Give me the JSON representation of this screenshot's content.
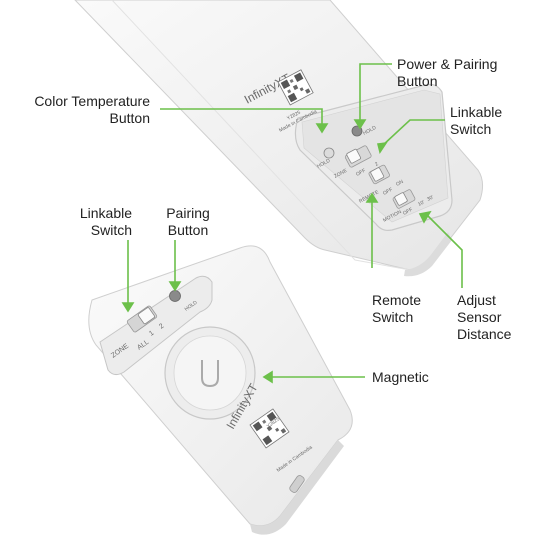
{
  "image": {
    "alt": "Infinity XT light and remote with labeled controls",
    "accent_color": "#6cc04a",
    "device_color": "#f2f2f2"
  },
  "callouts": {
    "power_pairing": [
      "Power & Pairing",
      "Button"
    ],
    "color_temperature": [
      "Color Temperature",
      "Button"
    ],
    "linkable_switch_top": [
      "Linkable",
      "Switch"
    ],
    "remote_switch": [
      "Remote",
      "Switch"
    ],
    "adjust_sensor": [
      "Adjust",
      "Sensor",
      "Distance"
    ],
    "linkable_switch_remote": [
      "Linkable",
      "Switch"
    ],
    "pairing_button": [
      "Pairing",
      "Button"
    ],
    "magnetic": [
      "Magnetic"
    ]
  },
  "device_text": {
    "brand": "InfinityXT",
    "model": "Y2825",
    "made_in": "Made in Cambodia",
    "zone": "ZONE",
    "all": "ALL",
    "one": "1",
    "two": "2",
    "off": "OFF",
    "on": "ON",
    "remote": "REMOTE",
    "motion": "MOTION",
    "ten_ft": "10'",
    "thirty_ft": "30'",
    "hold": "HOLD"
  }
}
